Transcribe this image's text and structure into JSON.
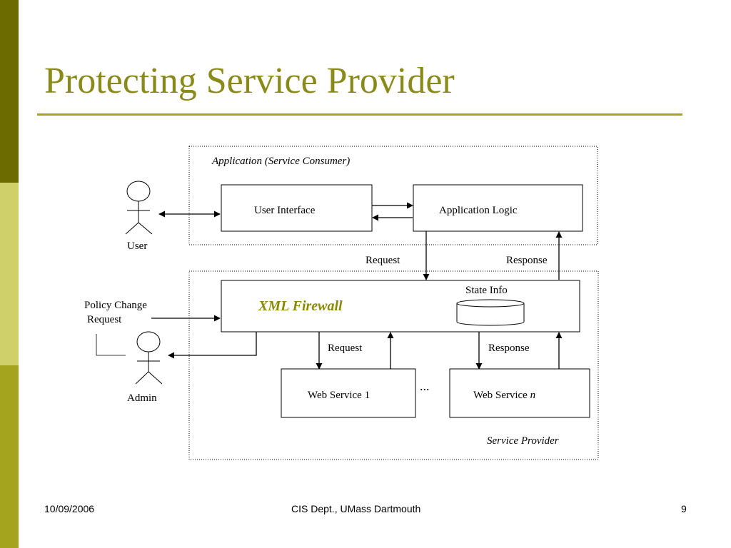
{
  "slide": {
    "title": "Protecting Service Provider",
    "colors": {
      "title": "#8a8a1a",
      "accent_dark": "#6b6b00",
      "accent_light": "#d0d06a",
      "accent_mid": "#a4a41e",
      "firewall_label": "#8a8a00"
    }
  },
  "diagram": {
    "consumer_box_label": "Application (Service Consumer)",
    "user_interface": "User Interface",
    "application_logic": "Application Logic",
    "user_label": "User",
    "request_top": "Request",
    "response_top": "Response",
    "xml_firewall": "XML Firewall",
    "state_info": "State Info",
    "policy_change_line1": "Policy Change",
    "policy_change_line2": "Request",
    "admin_label": "Admin",
    "request_bottom": "Request",
    "response_bottom": "Response",
    "web_service_1": "Web Service 1",
    "web_service_n_prefix": "Web Service",
    "web_service_n_suffix": "n",
    "ellipsis": "...",
    "service_provider_label": "Service Provider"
  },
  "footer": {
    "date": "10/09/2006",
    "center": "CIS Dept., UMass Dartmouth",
    "page": "9"
  }
}
